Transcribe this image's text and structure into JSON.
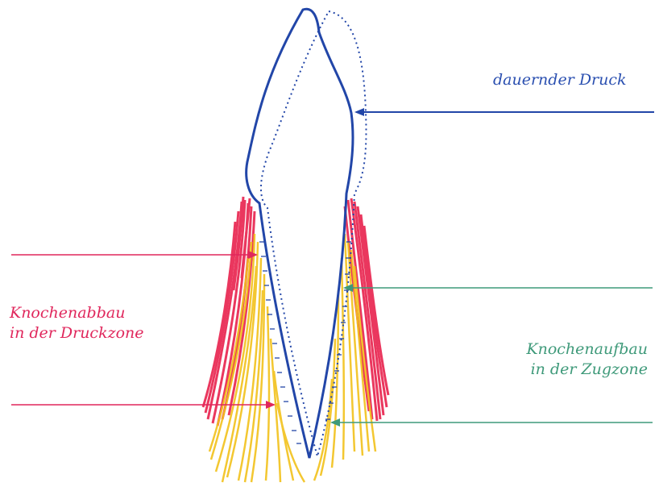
{
  "labels": {
    "pressure": "dauernder Druck",
    "resorption_line1": "Knochenabbau",
    "resorption_line2": "in der Druckzone",
    "apposition_line1": "Knochenaufbau",
    "apposition_line2": "in der Zugzone"
  },
  "colors": {
    "tooth_outline": "#2246a8",
    "pressure_label": "#2a4fb0",
    "resorption": "#e0275c",
    "apposition": "#3f9a7a",
    "bone_red": "#e8224d",
    "bone_yellow": "#f2c21b"
  }
}
